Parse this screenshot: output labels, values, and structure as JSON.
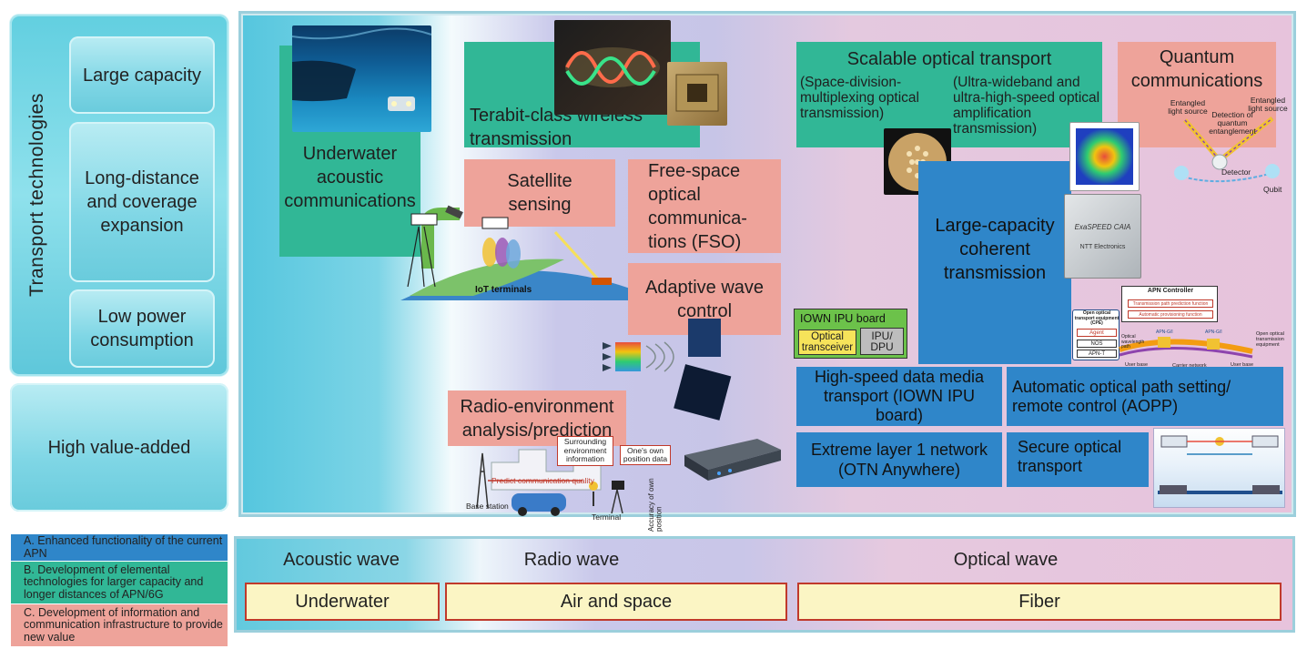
{
  "left_panel": {
    "vertical_label": "Transport technologies",
    "items": [
      "Large capacity",
      "Long-distance and coverage expansion",
      "Low power consumption"
    ],
    "high_value": "High value-added"
  },
  "boxes": {
    "underwater": "Underwater acoustic communications",
    "terabit": "Terabit-class wireless transmission",
    "satellite": "Satellite sensing",
    "fso": "Free-space optical communica-tions (FSO)",
    "adaptive": "Adaptive wave control",
    "radio_env": "Radio-environment analysis/prediction",
    "scalable_title": "Scalable optical transport",
    "scalable_sub1": "(Space-division-multiplexing optical transmission)",
    "scalable_sub2": "(Ultra-wideband and ultra-high-speed optical amplification transmission)",
    "quantum": "Quantum communications",
    "coherent": "Large-capacity coherent transmission",
    "highspeed": "High-speed data media transport (IOWN IPU board)",
    "aopp": "Automatic optical path setting/ remote control (AOPP)",
    "extreme": "Extreme layer 1 network (OTN Anywhere)",
    "secure": "Secure optical transport"
  },
  "figure_labels": {
    "iot": "IoT terminals",
    "ipu_board": "IOWN IPU board",
    "optical_transceiver": "Optical transceiver",
    "ipu_dpu": "IPU/ DPU",
    "apn_controller": "APN Controller",
    "apn_f1": "Transmission path prediction function",
    "apn_f2": "Automatic provisioning function",
    "cpe_title": "Open optical transport equipment (CPE)",
    "cpe_agent": "Agent",
    "cpe_nos": "NOS",
    "cpe_apnt": "APN-T",
    "optical_path": "Optical wavelength path",
    "apn_g1": "APN-G/I",
    "apn_g2": "APN-G/I",
    "user_base1": "User base",
    "carrier_network": "Carrier network",
    "user_base2": "User base",
    "open_equipment": "Open optical transmission equipment",
    "entangled1": "Entangled light source",
    "entangled2": "Entangled light source",
    "detection": "Detection of quantum entanglement",
    "detector": "Detector",
    "qubit": "Qubit",
    "surrounding": "Surrounding environment information",
    "own_position": "One's own position data",
    "predict": "Predict communication quality",
    "base_station": "Base station",
    "terminal": "Terminal",
    "accuracy": "Accuracy of own position",
    "chip_brand": "ExaSPEED CAIA",
    "chip_maker": "NTT Electronics"
  },
  "legend": [
    {
      "text": "A. Enhanced functionality of the current APN",
      "color": "#2f86c9"
    },
    {
      "text": "B. Development of elemental technologies for larger capacity and longer distances of APN/6G",
      "color": "#31b796"
    },
    {
      "text": "C. Development of information and communication infrastructure to provide new value",
      "color": "#eea39a"
    }
  ],
  "bands": {
    "acoustic": "Acoustic wave",
    "radio": "Radio wave",
    "optical": "Optical wave",
    "underwater": "Underwater",
    "air": "Air and space",
    "fiber": "Fiber"
  }
}
